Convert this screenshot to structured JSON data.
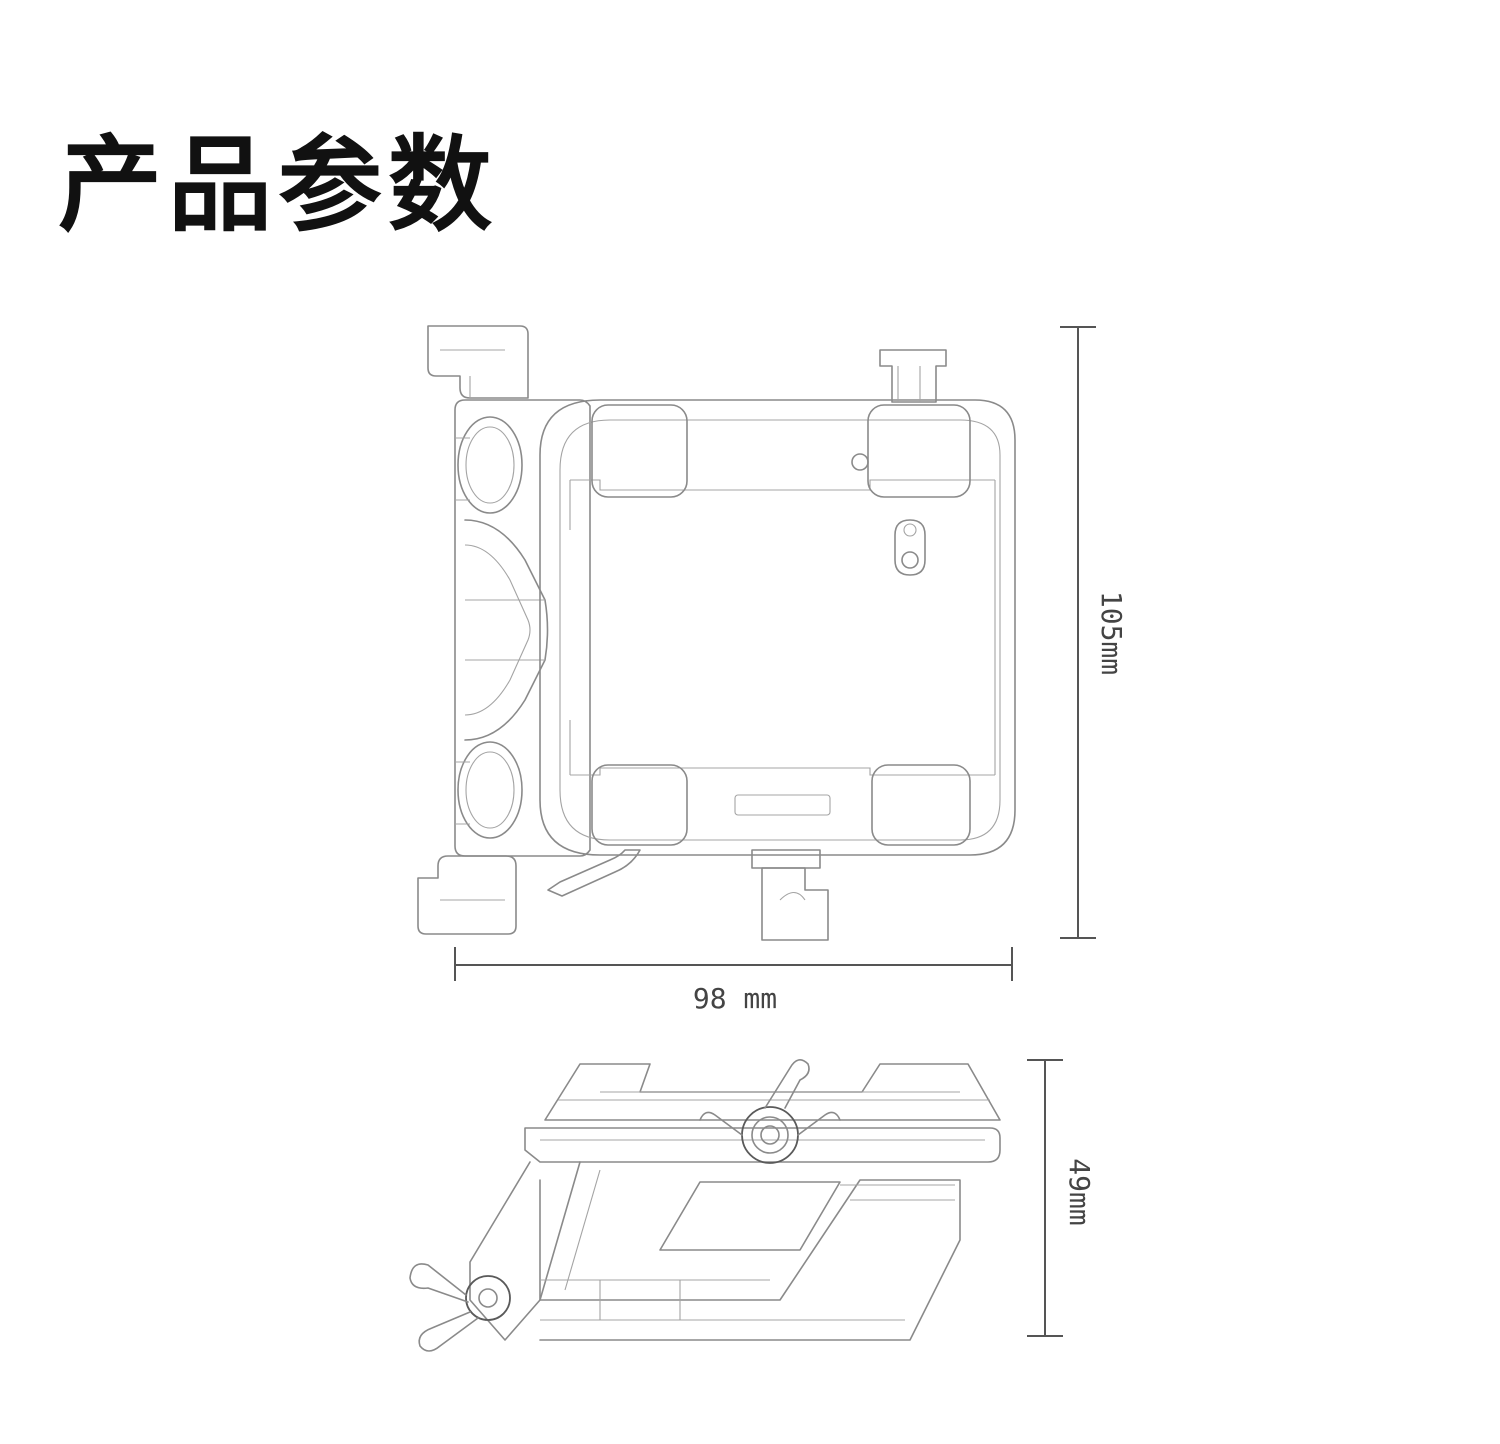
{
  "title": "产品参数",
  "dimensions": {
    "width_label": "98 mm",
    "height_label": "105mm",
    "depth_label": "49mm"
  },
  "colors": {
    "title": "#111111",
    "line_art": "#8a8a8a",
    "dimension": "#555555"
  }
}
